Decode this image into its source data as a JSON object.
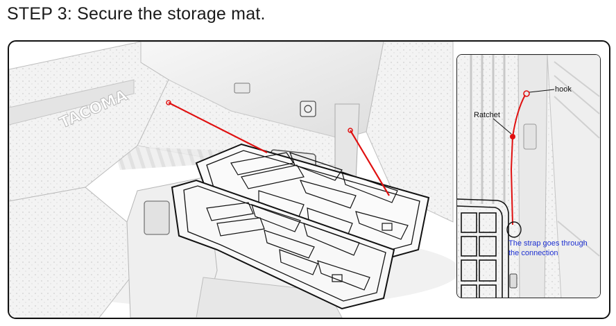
{
  "heading": {
    "text": "STEP 3: Secure the storage mat."
  },
  "inset": {
    "labels": {
      "hook": "hook",
      "ratchet": "Ratchet",
      "strap_line1": "The strap goes through",
      "strap_line2": "the connection"
    }
  },
  "truck": {
    "tailgate_brand": "TACOMA"
  },
  "colors": {
    "strap": "#e01010",
    "callout_text": "#1c2fd0",
    "outline": "#111111"
  }
}
